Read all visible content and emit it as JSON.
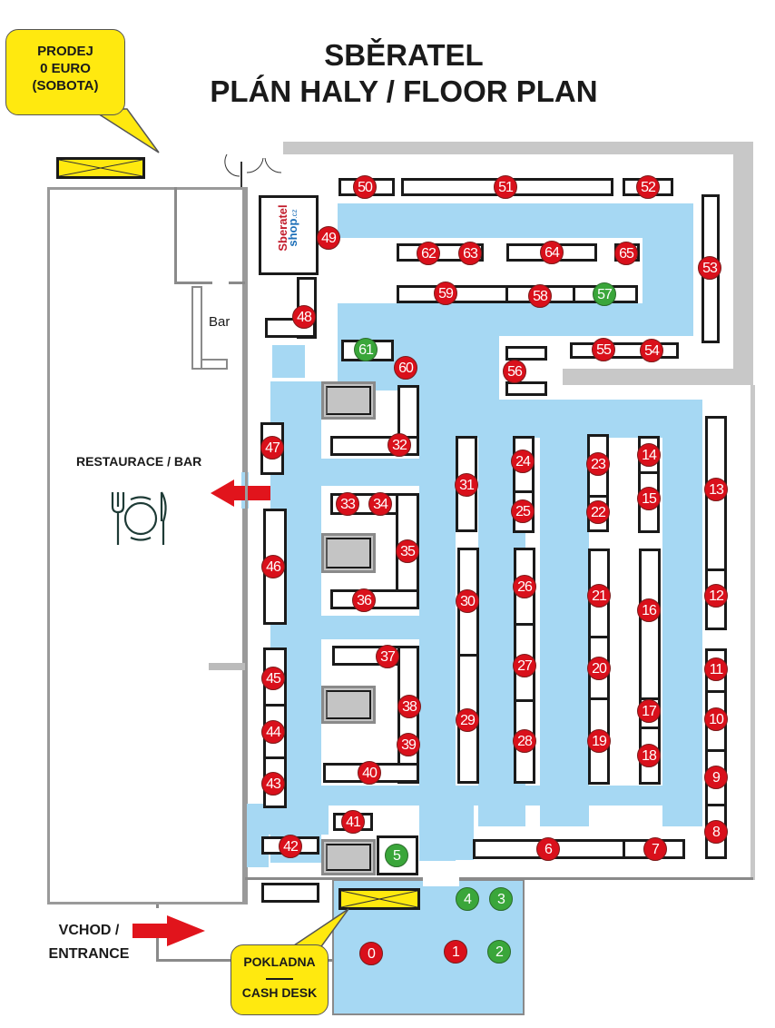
{
  "header": {
    "title_line1": "SBĚRATEL",
    "title_line2": "PLÁN HALY / FLOOR PLAN"
  },
  "callouts": {
    "sale_line1": "PRODEJ",
    "sale_line2": "0 EURO",
    "sale_line3": "(SOBOTA)",
    "cashdesk_line1": "POKLADNA",
    "cashdesk_line2": "CASH DESK"
  },
  "labels": {
    "bar": "Bar",
    "restaurant": "RESTAURACE / BAR",
    "entrance_line1": "VCHOD /",
    "entrance_line2": "ENTRANCE",
    "shop_logo_word1": "Sberatel",
    "shop_logo_word2": "shop",
    "shop_logo_tld": ".cz"
  },
  "colors": {
    "stand_red": "#d9101b",
    "stand_green": "#3aa63a",
    "aisle_blue": "#a6d8f3",
    "highlight_yellow": "#ffe90f",
    "wall_gray": "#c8c8c8"
  },
  "stands": [
    {
      "id": "0",
      "color": "red"
    },
    {
      "id": "1",
      "color": "red"
    },
    {
      "id": "2",
      "color": "green"
    },
    {
      "id": "3",
      "color": "green"
    },
    {
      "id": "4",
      "color": "green"
    },
    {
      "id": "5",
      "color": "green"
    },
    {
      "id": "6",
      "color": "red"
    },
    {
      "id": "7",
      "color": "red"
    },
    {
      "id": "8",
      "color": "red"
    },
    {
      "id": "9",
      "color": "red"
    },
    {
      "id": "10",
      "color": "red"
    },
    {
      "id": "11",
      "color": "red"
    },
    {
      "id": "12",
      "color": "red"
    },
    {
      "id": "13",
      "color": "red"
    },
    {
      "id": "14",
      "color": "red"
    },
    {
      "id": "15",
      "color": "red"
    },
    {
      "id": "16",
      "color": "red"
    },
    {
      "id": "17",
      "color": "red"
    },
    {
      "id": "18",
      "color": "red"
    },
    {
      "id": "19",
      "color": "red"
    },
    {
      "id": "20",
      "color": "red"
    },
    {
      "id": "21",
      "color": "red"
    },
    {
      "id": "22",
      "color": "red"
    },
    {
      "id": "23",
      "color": "red"
    },
    {
      "id": "24",
      "color": "red"
    },
    {
      "id": "25",
      "color": "red"
    },
    {
      "id": "26",
      "color": "red"
    },
    {
      "id": "27",
      "color": "red"
    },
    {
      "id": "28",
      "color": "red"
    },
    {
      "id": "29",
      "color": "red"
    },
    {
      "id": "30",
      "color": "red"
    },
    {
      "id": "31",
      "color": "red"
    },
    {
      "id": "32",
      "color": "red"
    },
    {
      "id": "33",
      "color": "red"
    },
    {
      "id": "34",
      "color": "red"
    },
    {
      "id": "35",
      "color": "red"
    },
    {
      "id": "36",
      "color": "red"
    },
    {
      "id": "37",
      "color": "red"
    },
    {
      "id": "38",
      "color": "red"
    },
    {
      "id": "39",
      "color": "red"
    },
    {
      "id": "40",
      "color": "red"
    },
    {
      "id": "41",
      "color": "red"
    },
    {
      "id": "42",
      "color": "red"
    },
    {
      "id": "43",
      "color": "red"
    },
    {
      "id": "44",
      "color": "red"
    },
    {
      "id": "45",
      "color": "red"
    },
    {
      "id": "46",
      "color": "red"
    },
    {
      "id": "47",
      "color": "red"
    },
    {
      "id": "48",
      "color": "red"
    },
    {
      "id": "49",
      "color": "red"
    },
    {
      "id": "50",
      "color": "red"
    },
    {
      "id": "51",
      "color": "red"
    },
    {
      "id": "52",
      "color": "red"
    },
    {
      "id": "53",
      "color": "red"
    },
    {
      "id": "54",
      "color": "red"
    },
    {
      "id": "55",
      "color": "red"
    },
    {
      "id": "56",
      "color": "red"
    },
    {
      "id": "57",
      "color": "green"
    },
    {
      "id": "58",
      "color": "red"
    },
    {
      "id": "59",
      "color": "red"
    },
    {
      "id": "60",
      "color": "red"
    },
    {
      "id": "61",
      "color": "green"
    },
    {
      "id": "62",
      "color": "red"
    },
    {
      "id": "63",
      "color": "red"
    },
    {
      "id": "64",
      "color": "red"
    },
    {
      "id": "65",
      "color": "red"
    }
  ]
}
